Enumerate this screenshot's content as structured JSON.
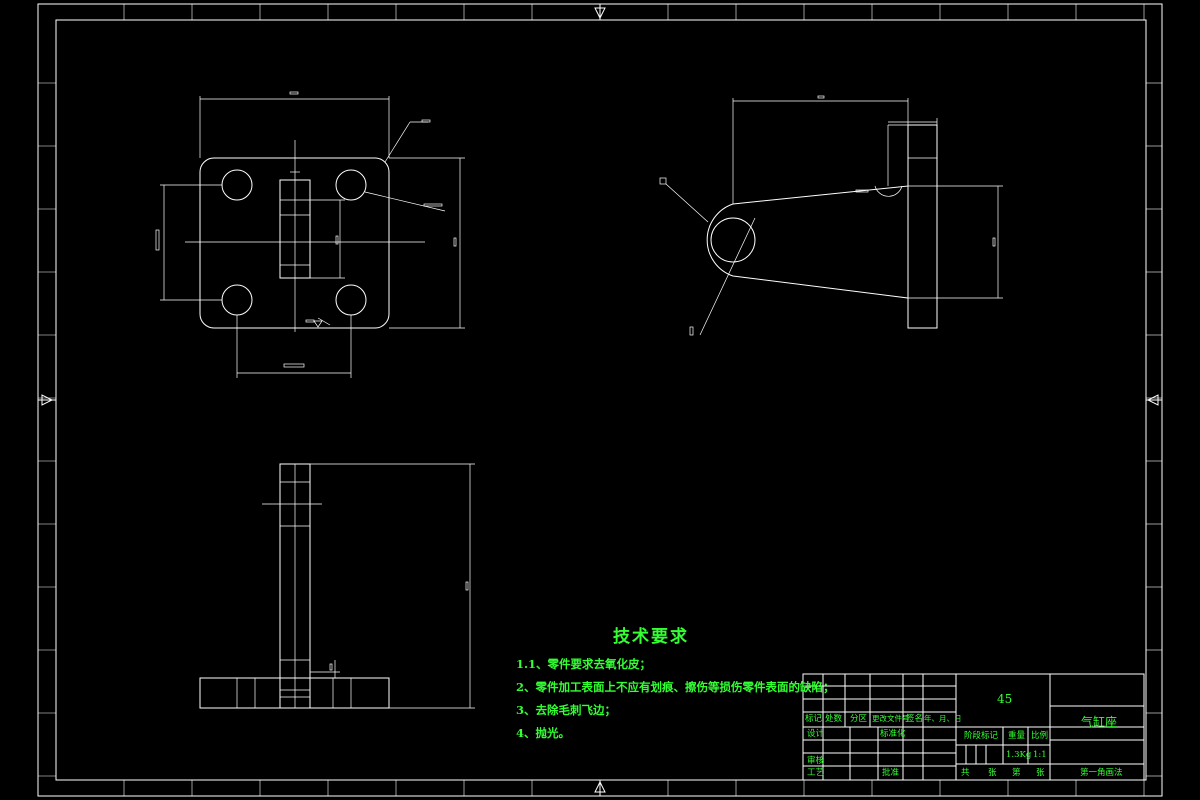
{
  "technical_requirements": {
    "title": "技术要求",
    "items": [
      "1.1、零件要求去氧化皮；",
      "2、零件加工表面上不应有划痕、擦伤等损伤零件表面的缺陷；",
      "3、去除毛刺飞边；",
      "4、抛光。"
    ]
  },
  "title_block": {
    "material": "45",
    "part_name": "气缸座",
    "weight": "1.3Kg",
    "scale": "1:1",
    "head_labels": [
      "标记",
      "处数",
      "分区",
      "更改文件号",
      "签名",
      "年、月、日"
    ],
    "design_label": "设计",
    "standardization_label": "标准化",
    "review_label": "审核",
    "process_label": "工艺",
    "approve_label": "批准",
    "stage_label": "阶段标记",
    "weight_label": "重量",
    "scale_label": "比例",
    "total_label": "共",
    "sheets_label": "张",
    "page_label": "第",
    "projection_label": "第一角画法"
  },
  "colors": {
    "lines": "#ffffff",
    "text": "#33ff33",
    "background": "#000000"
  }
}
